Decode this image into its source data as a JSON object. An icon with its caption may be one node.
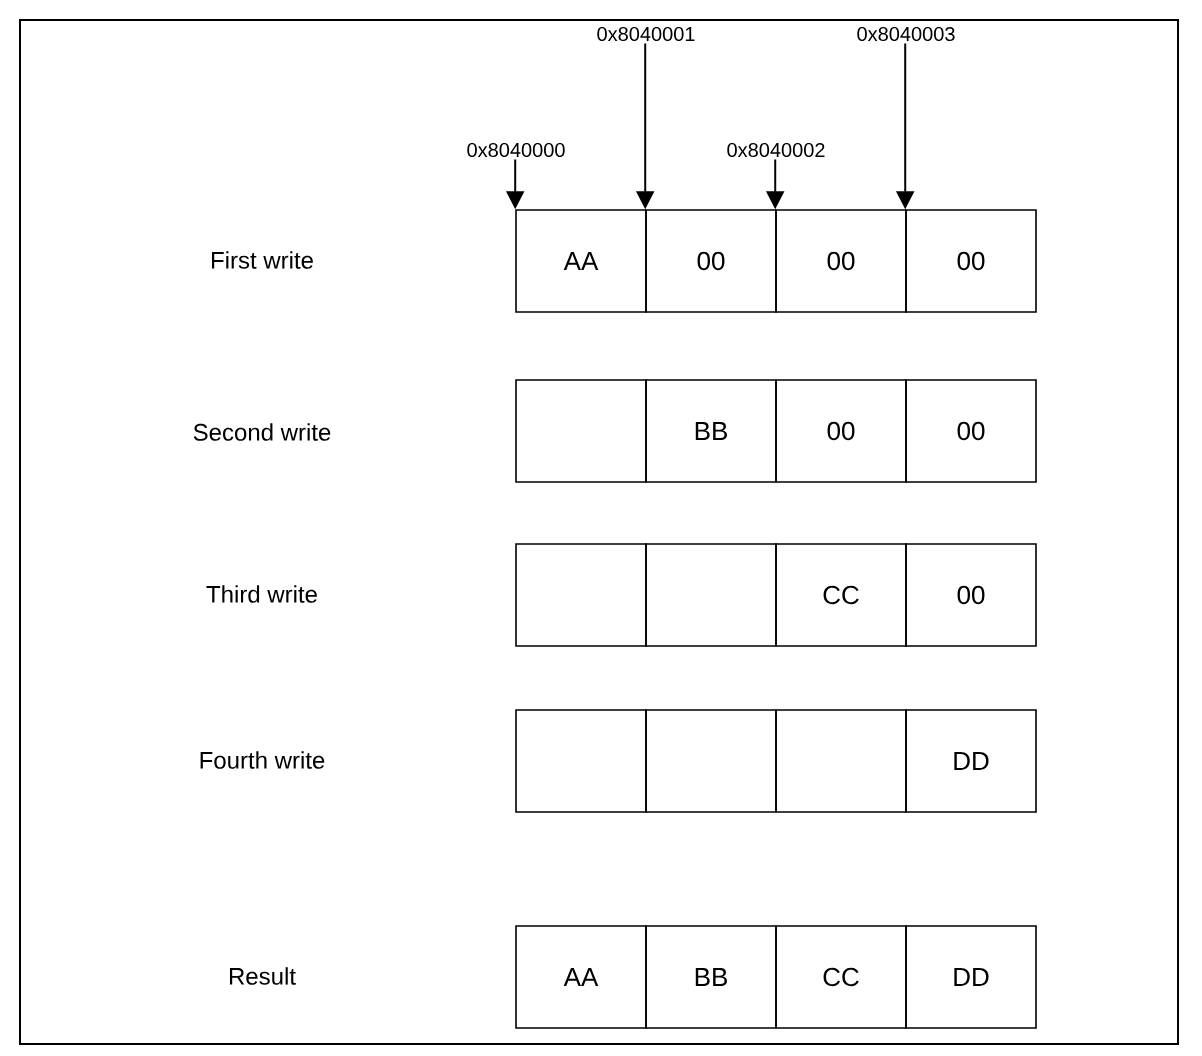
{
  "diagram": {
    "nodes": [
      {
        "text": [
          "0x8040000"
        ]
      },
      {
        "text": [
          "0x8040001"
        ]
      },
      {
        "text": [
          "0x8040002"
        ]
      },
      {
        "text": [
          "0x8040003"
        ]
      },
      {
        "text": [
          "AA"
        ]
      },
      {
        "text": [
          "00"
        ]
      },
      {
        "text": [
          "00"
        ]
      },
      {
        "text": [
          "00"
        ]
      },
      {
        "text": [],
        "shape": "box"
      },
      {
        "text": [
          "BB"
        ]
      },
      {
        "text": [
          "00"
        ]
      },
      {
        "text": [
          "00"
        ]
      },
      {
        "text": [],
        "shape": "box"
      },
      {
        "text": [],
        "shape": "box"
      },
      {
        "text": [
          "CC"
        ]
      },
      {
        "text": [
          "00"
        ]
      },
      {
        "text": [],
        "shape": "box"
      },
      {
        "text": [],
        "shape": "box"
      },
      {
        "text": [],
        "shape": "box"
      },
      {
        "text": [
          "DD"
        ]
      },
      {
        "text": [
          "AA"
        ]
      },
      {
        "text": [
          "BB"
        ]
      },
      {
        "text": [
          "CC"
        ]
      },
      {
        "text": [
          "DD"
        ]
      }
    ],
    "edges": [
      {
        "from": 0,
        "to": 4,
        "arrow": "to"
      },
      {
        "from": 1,
        "to": 5,
        "arrow": "to"
      },
      {
        "from": 2,
        "to": 6,
        "arrow": "to"
      },
      {
        "from": 3,
        "to": 7,
        "arrow": "to"
      }
    ],
    "labels": [
      "First write",
      "Second write",
      "Third write",
      "Fourth write",
      "Result"
    ]
  }
}
